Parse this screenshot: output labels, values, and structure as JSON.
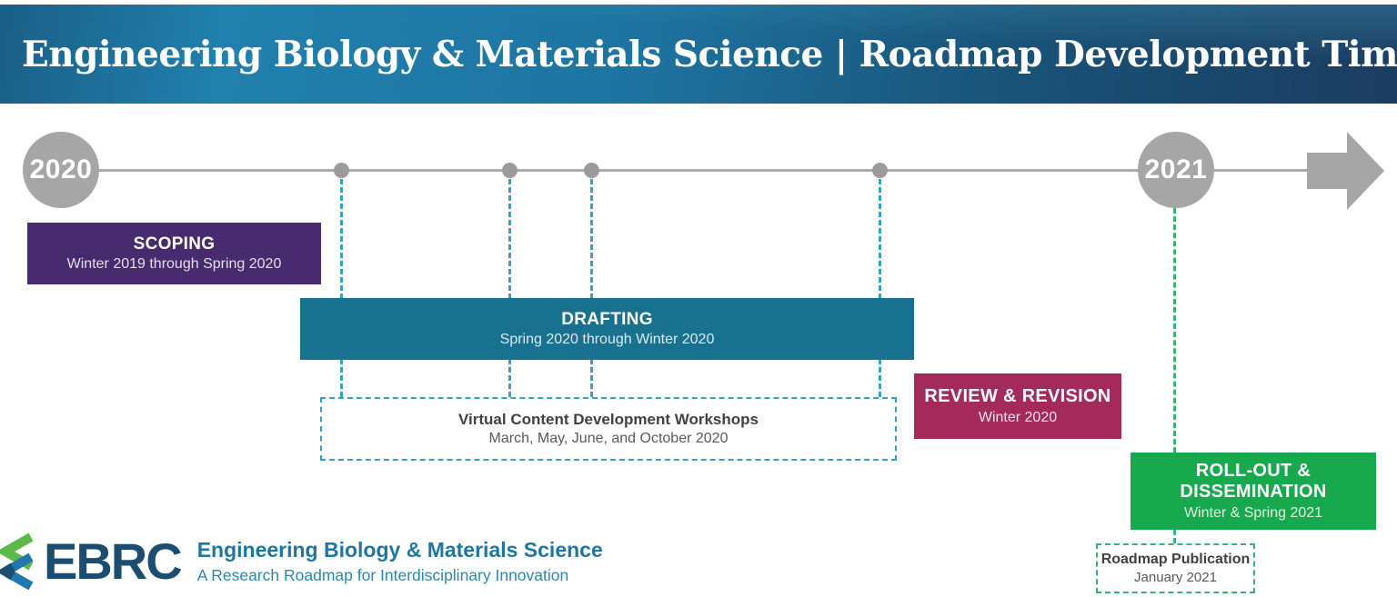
{
  "header": {
    "title": "Engineering Biology & Materials Science | Roadmap Development Timeline"
  },
  "timeline": {
    "start_year": "2020",
    "end_year": "2021"
  },
  "phases": {
    "scoping": {
      "title": "SCOPING",
      "dates": "Winter 2019 through Spring 2020"
    },
    "drafting": {
      "title": "DRAFTING",
      "dates": "Spring 2020 through Winter 2020"
    },
    "review": {
      "title": "REVIEW & REVISION",
      "dates": "Winter 2020"
    },
    "rollout": {
      "title": "ROLL-OUT & DISSEMINATION",
      "dates": "Winter & Spring 2021"
    }
  },
  "milestones": {
    "workshops": {
      "title": "Virtual Content Development Workshops",
      "dates": "March, May, June, and October 2020"
    },
    "publication": {
      "title": "Roadmap Publication",
      "dates": "January 2021"
    }
  },
  "footer": {
    "logo_text": "EBRC",
    "org_title": "Engineering Biology & Materials Science",
    "tagline": "A Research Roadmap for Interdisciplinary Innovation"
  },
  "icons": {
    "arrow": "arrow-right-icon",
    "logo": "ebrc-helix-icon",
    "year_markers": "year-circle",
    "timeline_dots": "timeline-dot"
  },
  "colors": {
    "banner_edge": "#1a5f87",
    "banner_blue_light": "#2180ad",
    "banner_blue_mid": "#1e74a1",
    "banner_blue_deep": "#1a5378",
    "banner_blue_dark": "#1b3c60",
    "gray": "#a6a6a6",
    "line_gray": "#ababab",
    "dot_gray": "#9b9b9b",
    "purple": "#472b6e",
    "teal": "#18718f",
    "magenta": "#a52a5c",
    "green": "#18a84e",
    "dash_teal": "#38a1bb",
    "dash_green": "#3bb273",
    "ink_dark": "#414042",
    "ink_gray": "#58595b",
    "logo_navy": "#1b4d71",
    "logo_blue": "#1d76a6",
    "logo_teal": "#2c87ae",
    "logo_green": "#5cb947"
  }
}
